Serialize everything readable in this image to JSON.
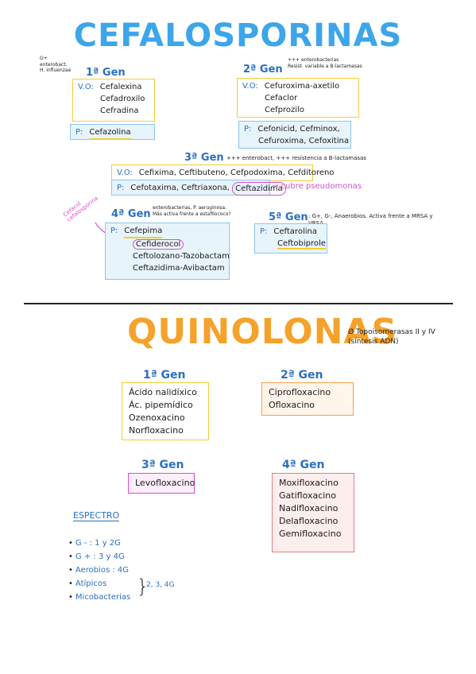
{
  "cefalosporinas": {
    "title": "CEFALOSPORINAS",
    "gen1": {
      "label": "1ª Gen",
      "side_note": [
        "G+",
        "enterobact.",
        "H. influenzae"
      ],
      "vo_label": "V.O:",
      "vo": [
        "Cefalexina",
        "Cefadroxilo",
        "Cefradina"
      ],
      "p_label": "P:",
      "p": [
        "Cefazolina"
      ]
    },
    "gen2": {
      "label": "2ª Gen",
      "note": [
        "+++ enterobacterias",
        "Resist. variable a B-lactamasas"
      ],
      "vo_label": "V.O:",
      "vo": [
        "Cefuroxima-axetilo",
        "Cefaclor",
        "Cefprozilo"
      ],
      "p_label": "P:",
      "p": [
        "Cefonicid, Cefminox,",
        "Cefuroxima, Cefoxitina"
      ]
    },
    "gen3": {
      "label": "3ª Gen",
      "note": "+++ enterobact, +++ resistencia a B-lactamasas",
      "vo_label": "V.O:",
      "vo": "Cefixima, Ceftibuteno, Cefpodoxima, Cefditoreno",
      "p_label": "P:",
      "p_plain": "Cefotaxima, Ceftriaxona,",
      "p_circled": "Ceftazidima",
      "arrow_note": "→ cubre pseudomonas"
    },
    "gen4": {
      "label": "4ª Gen",
      "note": [
        "enterobacterias, P. aeruginosa.",
        "Más activa frente a estafilococo?"
      ],
      "side_note": [
        "Cefacol",
        "cefalosporina"
      ],
      "p_label": "P:",
      "p": [
        "Cefepima",
        "Cefiderocol",
        "Ceftolozano-Tazobactam",
        "Ceftazidima-Avibactam"
      ]
    },
    "gen5": {
      "label": "5ª Gen",
      "note": ": G+, G-, Anaerobios. Activa frente a MRSA y VRSA",
      "p_label": "P:",
      "p": [
        "Ceftarolina",
        "Ceftobiprole"
      ]
    }
  },
  "quinolonas": {
    "title": "QUINOLONAS",
    "note": [
      "Ø Topoisomerasas II y IV",
      "(síntesis ADN)"
    ],
    "gen1": {
      "label": "1ª Gen",
      "items": [
        "Ácido nalidíxico",
        "Ác. pipemídico",
        "Ozenoxacino",
        "Norfloxacino"
      ]
    },
    "gen2": {
      "label": "2ª Gen",
      "items": [
        "Ciprofloxacino",
        "Ofloxacino"
      ]
    },
    "gen3": {
      "label": "3ª Gen",
      "items": [
        "Levofloxacino"
      ]
    },
    "gen4": {
      "label": "4ª Gen",
      "items": [
        "Moxifloxacino",
        "Gatifloxacino",
        "Nadifloxacino",
        "Delafloxacino",
        "Gemifloxacino"
      ]
    },
    "espectro": {
      "title": "ESPECTRO",
      "items": [
        "G - : 1 y 2G",
        "G + : 3 y 4G",
        "Aerobios : 4G",
        "Atípicos",
        "Micobacterias"
      ],
      "brace_note": "2, 3, 4G"
    }
  },
  "colors": {
    "title_blue": "#3da5ea",
    "title_orange": "#f5a22b",
    "gen_blue": "#2a6fc2",
    "yellow_border": "#f3cc33",
    "blue_border": "#8ac6ec",
    "orange_border": "#f2a24b",
    "purple_border": "#d64fd0",
    "red_border": "#e27f7f"
  }
}
